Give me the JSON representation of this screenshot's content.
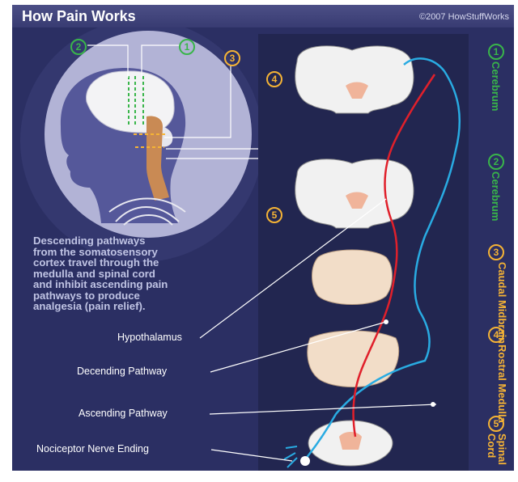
{
  "header": {
    "title": "How Pain Works",
    "copyright": "©2007 HowStuffWorks"
  },
  "description": "Descending pathways\nfrom the somatosensory\ncortex travel through the\nmedulla and spinal cord\nand inhibit ascending pain\npathways to produce\nanalgesia (pain relief).",
  "callouts": {
    "hypothalamus": "Hypothalamus",
    "descending": "Decending Pathway",
    "ascending": "Ascending Pathway",
    "nociceptor": "Nociceptor Nerve Ending"
  },
  "head_numbers": [
    "2",
    "1",
    "3",
    "4",
    "5"
  ],
  "stages": [
    {
      "number": "1",
      "label": "Cerebrum",
      "color": "#39b54a"
    },
    {
      "number": "2",
      "label": "Cerebrum",
      "color": "#39b54a"
    },
    {
      "number": "3",
      "label": "Caudal Midbrain",
      "color": "#f5b335"
    },
    {
      "number": "4",
      "label": "Rostral Medulla",
      "color": "#f5b335"
    },
    {
      "number": "5",
      "label": "Spinal Cord",
      "color": "#f5b335"
    }
  ],
  "colors": {
    "panel": "#2b2f63",
    "descending_pathway": "#e0202b",
    "ascending_pathway": "#29abe2",
    "spinal_column": "#c98a54"
  }
}
